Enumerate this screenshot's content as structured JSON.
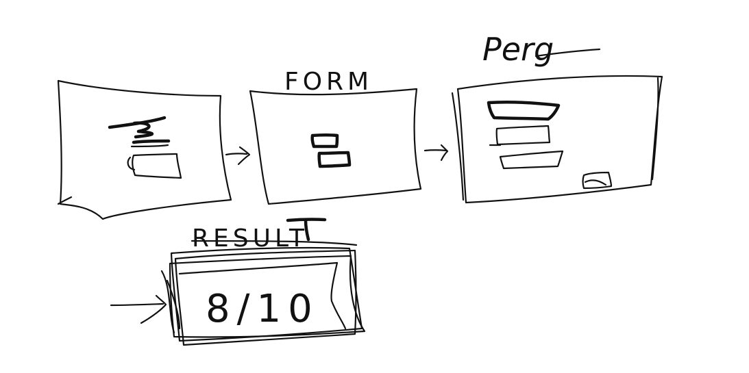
{
  "sketch": {
    "labels": {
      "form": "FORM",
      "query": "Perg",
      "result": "RESULT",
      "score": "8/10"
    }
  }
}
